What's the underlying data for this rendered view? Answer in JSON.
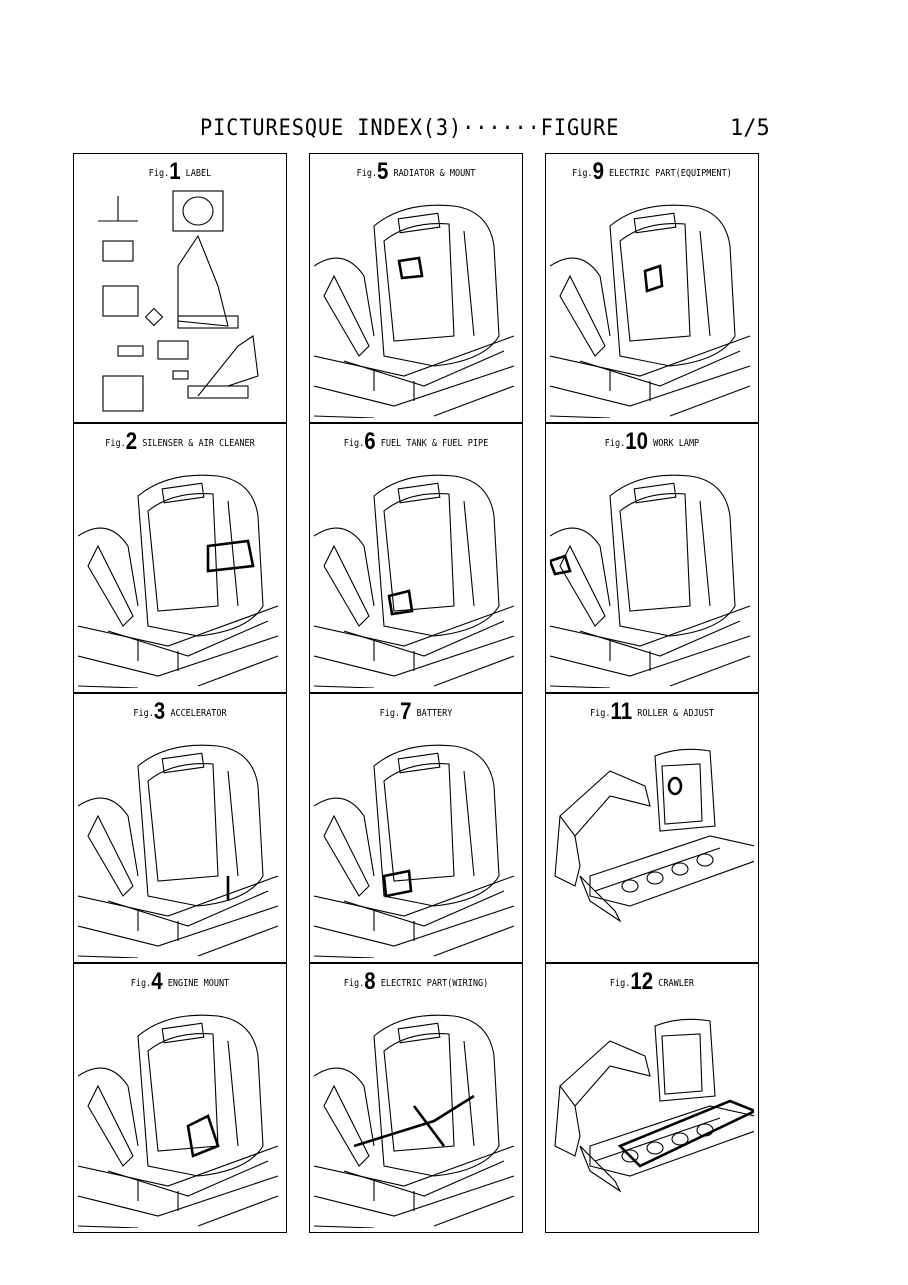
{
  "header": {
    "title": "PICTURESQUE INDEX(3)······FIGURE",
    "page": "1/5"
  },
  "figures": [
    {
      "prefix": "Fig.",
      "number": "1",
      "label": "LABEL",
      "view": "labels"
    },
    {
      "prefix": "Fig.",
      "number": "2",
      "label": "SILENSER & AIR CLEANER",
      "view": "cab"
    },
    {
      "prefix": "Fig.",
      "number": "3",
      "label": "ACCELERATOR",
      "view": "cab"
    },
    {
      "prefix": "Fig.",
      "number": "4",
      "label": "ENGINE MOUNT",
      "view": "cab"
    },
    {
      "prefix": "Fig.",
      "number": "5",
      "label": "RADIATOR & MOUNT",
      "view": "cab"
    },
    {
      "prefix": "Fig.",
      "number": "6",
      "label": "FUEL TANK & FUEL PIPE",
      "view": "cab"
    },
    {
      "prefix": "Fig.",
      "number": "7",
      "label": "BATTERY",
      "view": "cab"
    },
    {
      "prefix": "Fig.",
      "number": "8",
      "label": "ELECTRIC PART(WIRING)",
      "view": "cab"
    },
    {
      "prefix": "Fig.",
      "number": "9",
      "label": "ELECTRIC PART(EQUIPMENT)",
      "view": "cab"
    },
    {
      "prefix": "Fig.",
      "number": "10",
      "label": "WORK LAMP",
      "view": "cab"
    },
    {
      "prefix": "Fig.",
      "number": "11",
      "label": "ROLLER & ADJUST",
      "view": "machine"
    },
    {
      "prefix": "Fig.",
      "number": "12",
      "label": "CRAWLER",
      "view": "machine"
    }
  ]
}
